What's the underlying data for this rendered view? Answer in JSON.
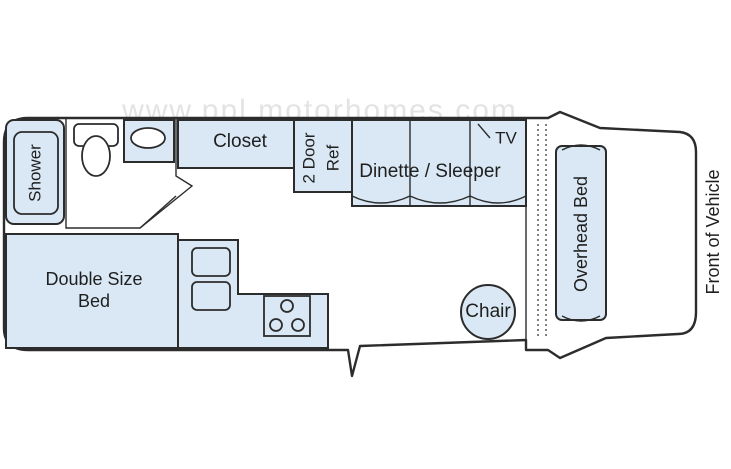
{
  "floorplan": {
    "watermark": "www.ppl motorhomes.com",
    "labels": {
      "shower": "Shower",
      "closet": "Closet",
      "ref_line1": "2 Door",
      "ref_line2": "Ref",
      "dinette": "Dinette / Sleeper",
      "tv": "TV",
      "bed_line1": "Double Size",
      "bed_line2": "Bed",
      "chair": "Chair",
      "overhead_bed": "Overhead Bed",
      "front": "Front of Vehicle"
    },
    "colors": {
      "fill": "#d9e8f4",
      "outline": "#2c2c2c",
      "background": "#ffffff"
    }
  }
}
